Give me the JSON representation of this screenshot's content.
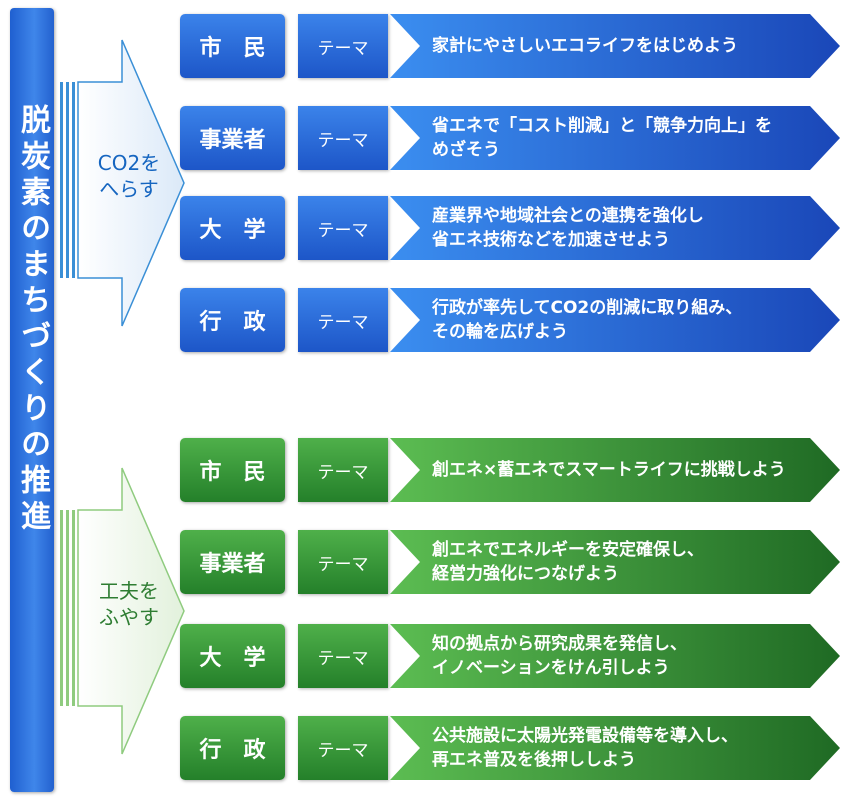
{
  "banner": {
    "title": "脱炭素のまちづくりの推進"
  },
  "arrows": [
    {
      "label_line1": "CO2を",
      "label_line2": "へらす",
      "color": "#1565c0"
    },
    {
      "label_line1": "工夫を",
      "label_line2": "ふやす",
      "color": "#2e7d32"
    }
  ],
  "theme_label": "テーマ",
  "groups": [
    {
      "name": "co2",
      "rows": [
        {
          "actor": "市　民",
          "lines": [
            "家計にやさしいエコライフをはじめよう"
          ]
        },
        {
          "actor": "事業者",
          "lines": [
            "省エネで「コスト削減」と「競争力向上」を",
            "めざそう"
          ]
        },
        {
          "actor": "大　学",
          "lines": [
            "産業界や地域社会との連携を強化し",
            "省エネ技術などを加速させよう"
          ]
        },
        {
          "actor": "行　政",
          "lines": [
            "行政が率先してCO2の削減に取り組み、",
            "その輪を広げよう"
          ]
        }
      ]
    },
    {
      "name": "kufu",
      "rows": [
        {
          "actor": "市　民",
          "lines": [
            "創エネ×蓄エネでスマートライフに挑戦しよう"
          ]
        },
        {
          "actor": "事業者",
          "lines": [
            "創エネでエネルギーを安定確保し、",
            "経営力強化につなげよう"
          ]
        },
        {
          "actor": "大　学",
          "lines": [
            "知の拠点から研究成果を発信し、",
            "イノベーションをけん引しよう"
          ]
        },
        {
          "actor": "行　政",
          "lines": [
            "公共施設に太陽光発電設備等を導入し、",
            "再エネ普及を後押ししよう"
          ]
        }
      ]
    }
  ]
}
